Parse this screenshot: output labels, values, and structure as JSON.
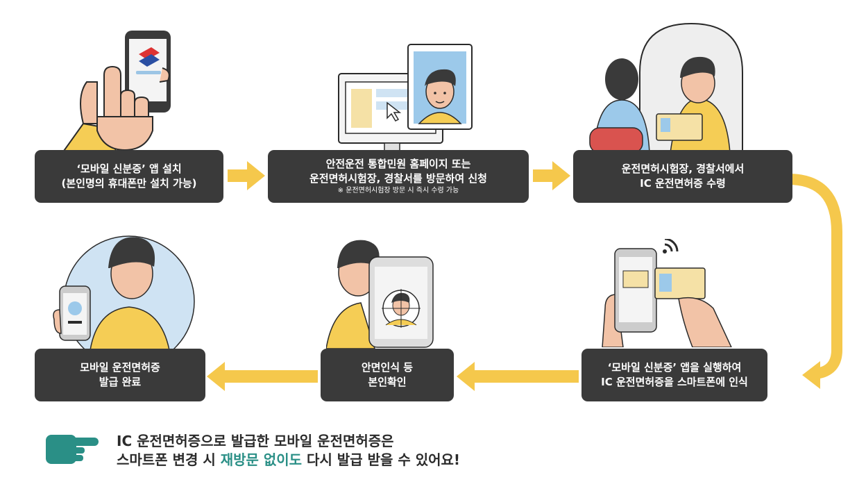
{
  "steps": [
    {
      "line1": "‘모바일 신분증’ 앱 설치",
      "line2": "(본인명의 휴대폰만 설치 가능)"
    },
    {
      "line1": "안전운전 통합민원 홈페이지 또는",
      "line2": "운전면허시험장, 경찰서를 방문하여 신청",
      "note": "※ 운전면허시험장 방문 시 즉시 수령 가능"
    },
    {
      "line1": "운전면허시험장, 경찰서에서",
      "line2": "IC 운전면허증 수령"
    },
    {
      "line1": "‘모바일 신분증’ 앱을 실행하여",
      "line2": "IC 운전면허증을 스마트폰에 인식"
    },
    {
      "line1": "안면인식 등",
      "line2": "본인확인"
    },
    {
      "line1": "모바일 운전면허증",
      "line2": "발급 완료"
    }
  ],
  "footer": {
    "line1": "IC 운전면허증으로 발급한 모바일 운전면허증은",
    "line2_pre": "스마트폰 변경 시 ",
    "line2_accent": "재방문 없이도",
    "line2_post": " 다시 발급 받을 수 있어요!"
  },
  "colors": {
    "box": "#3a3a3a",
    "arrow": "#f5c84c",
    "accent": "#2a8f86",
    "skin": "#f2c3a7",
    "shirt": "#f5cd55"
  },
  "icons": [
    "phone-hand-icon",
    "monitor-photo-icon",
    "counter-handover-icon",
    "nfc-card-scan-icon",
    "face-recognition-icon",
    "mobile-license-person-icon",
    "pointing-hand-icon"
  ]
}
